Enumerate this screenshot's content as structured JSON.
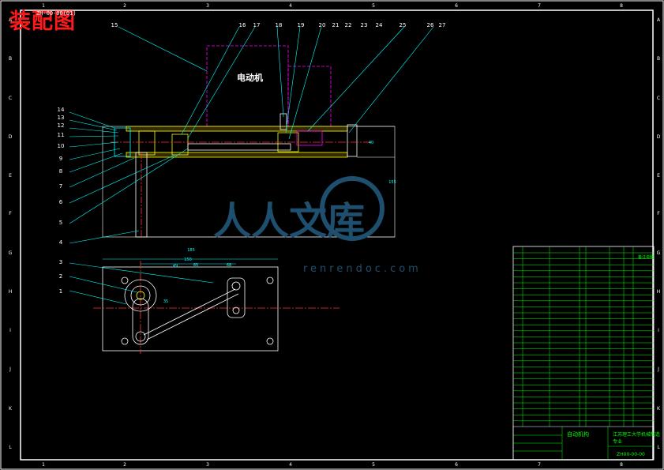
{
  "drawing": {
    "title": "装配图",
    "drawing_number": "ZH-00-00(01)",
    "motor_label": "电动机",
    "grid_columns": [
      "1",
      "2",
      "3",
      "4",
      "5",
      "6",
      "7",
      "8"
    ],
    "grid_rows": [
      "A",
      "B",
      "C",
      "D",
      "E",
      "F",
      "G",
      "H",
      "I",
      "J",
      "K",
      "L"
    ],
    "part_callouts_left": [
      "14",
      "13",
      "12",
      "11",
      "10",
      "9",
      "8",
      "7",
      "6",
      "5",
      "4"
    ],
    "part_callouts_top": [
      "15",
      "16",
      "17",
      "18",
      "19",
      "20",
      "21",
      "22",
      "23",
      "24",
      "25",
      "26",
      "27"
    ],
    "part_callouts_plan": [
      "3",
      "2",
      "1"
    ],
    "dimensions": [
      "185",
      "150",
      "68",
      "85",
      "40",
      "155",
      "35",
      "49"
    ]
  },
  "title_block": {
    "name": "自动机构",
    "school": "江苏理工大学机械制造专业",
    "drawing_no": "ZH00-00-00",
    "unit_label": "备注说明"
  },
  "watermark": {
    "text": "人人文库",
    "url": "renrendoc.com"
  },
  "colors": {
    "background": "#000000",
    "frame": "#ffffff",
    "leader": "#00ffff",
    "part": "#ffff00",
    "hidden": "#ff00ff",
    "title": "#ff1a1a",
    "table": "#00ff00"
  }
}
